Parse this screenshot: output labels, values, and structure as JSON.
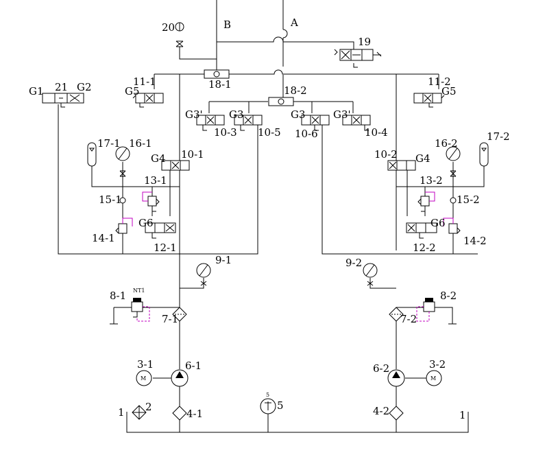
{
  "diagram": {
    "labels": {
      "A": "A",
      "B": "B",
      "l19": "19",
      "l20": "20",
      "l11_1": "11-1",
      "l11_2": "11-2",
      "l18_1": "18-1",
      "l18_2": "18-2",
      "l21": "21",
      "lG1": "G1",
      "lG2": "G2",
      "lG5a": "G5",
      "lG5b": "G5",
      "lG3pa": "G3'",
      "lG3a": "G3",
      "lG3b": "G3",
      "lG3pb": "G3'",
      "l10_3": "10-3",
      "l10_5": "10-5",
      "l10_6": "10-6",
      "l10_4": "10-4",
      "l17_1": "17-1",
      "l16_1": "16-1",
      "lG4a": "G4",
      "l10_1": "10-1",
      "l10_2": "10-2",
      "lG4b": "G4",
      "l16_2": "16-2",
      "l17_2": "17-2",
      "l13_1": "13-1",
      "l13_2": "13-2",
      "l15_1": "15-1",
      "l15_2": "15-2",
      "lG6a": "G6",
      "lG6b": "G6",
      "l14_1": "14-1",
      "l14_2": "14-2",
      "l12_1": "12-1",
      "l12_2": "12-2",
      "l9_1": "9-1",
      "l9_2": "9-2",
      "l8_1": "8-1",
      "l8_2": "8-2",
      "lNT1": "NT1",
      "l7_1": "7-1",
      "l7_2": "7-2",
      "l3_1": "3-1",
      "l3_2": "3-2",
      "l6_1": "6-1",
      "l6_2": "6-2",
      "l4_1": "4-1",
      "l4_2": "4-2",
      "l1a": "1",
      "l1b": "1",
      "l2": "2",
      "l5": "5",
      "l5s": "5",
      "m": "M"
    }
  }
}
